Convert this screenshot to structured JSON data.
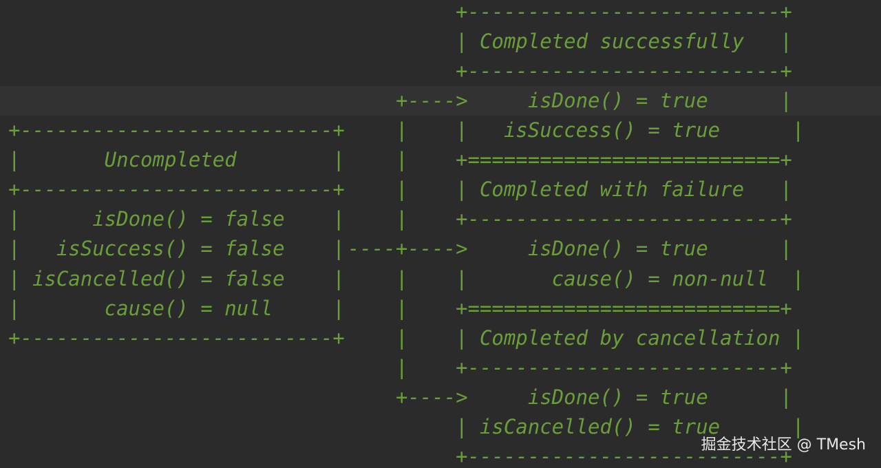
{
  "diagram": {
    "lines": [
      "                                                            +--------------------------+",
      "                                                            | Completed successfully   |",
      "                                                            +--------------------------+",
      "                                                       +---->      isDone() = true      |",
      "+--------------------------+                           |    |   isSuccess() = true      |",
      "|       Uncompleted        |                           |    +==========================+",
      "+--------------------------+                           |    | Completed with failure   |",
      "|      isDone() = false    |                           |    +--------------------------+",
      "|   isSuccess() = false    |----+---->      isDone() = true      |",
      "| isCancelled() = false    |                           |    |       cause() = non-null  |",
      "|       cause() = null     |                           |    +==========================+",
      "+--------------------------+                           |    | Completed by cancellation |",
      "                                                       |    +--------------------------+",
      "                                                       +---->      isDone() = true      |",
      "                                                            | isCancelled() = true      |",
      "                                                            +--------------------------+"
    ]
  },
  "boxes": {
    "success": {
      "top": "+--------------------------+",
      "title": "| Completed successfully   |",
      "sep": "+--------------------------+",
      "line1": "      isDone() = true      |",
      "line2": "|   isSuccess() = true      |"
    },
    "failure": {
      "top": "+==========================+",
      "title": "| Completed with failure   |",
      "sep": "+--------------------------+",
      "line1": "      isDone() = true      |",
      "line2": "|       cause() = non-null  |"
    },
    "cancel": {
      "top": "+==========================+",
      "title": "| Completed by cancellation |",
      "sep": "+--------------------------+",
      "line1": "      isDone() = true      |",
      "line2": "| isCancelled() = true      |",
      "bottom": "+--------------------------+"
    },
    "uncompleted": {
      "top": "+--------------------------+",
      "title": "|       Uncompleted        |",
      "sep": "+--------------------------+",
      "line1": "|      isDone() = false    |",
      "line2": "|   isSuccess() = false    |",
      "line3": "| isCancelled() = false    |",
      "line4": "|       cause() = null     |",
      "bottom": "+--------------------------+"
    }
  },
  "connectors": {
    "arrow_top": "+---->",
    "arrow_mid": "----+---->",
    "arrow_bottom": "+---->",
    "pipe": "|"
  },
  "watermark": "掘金技术社区 @ TMesh"
}
